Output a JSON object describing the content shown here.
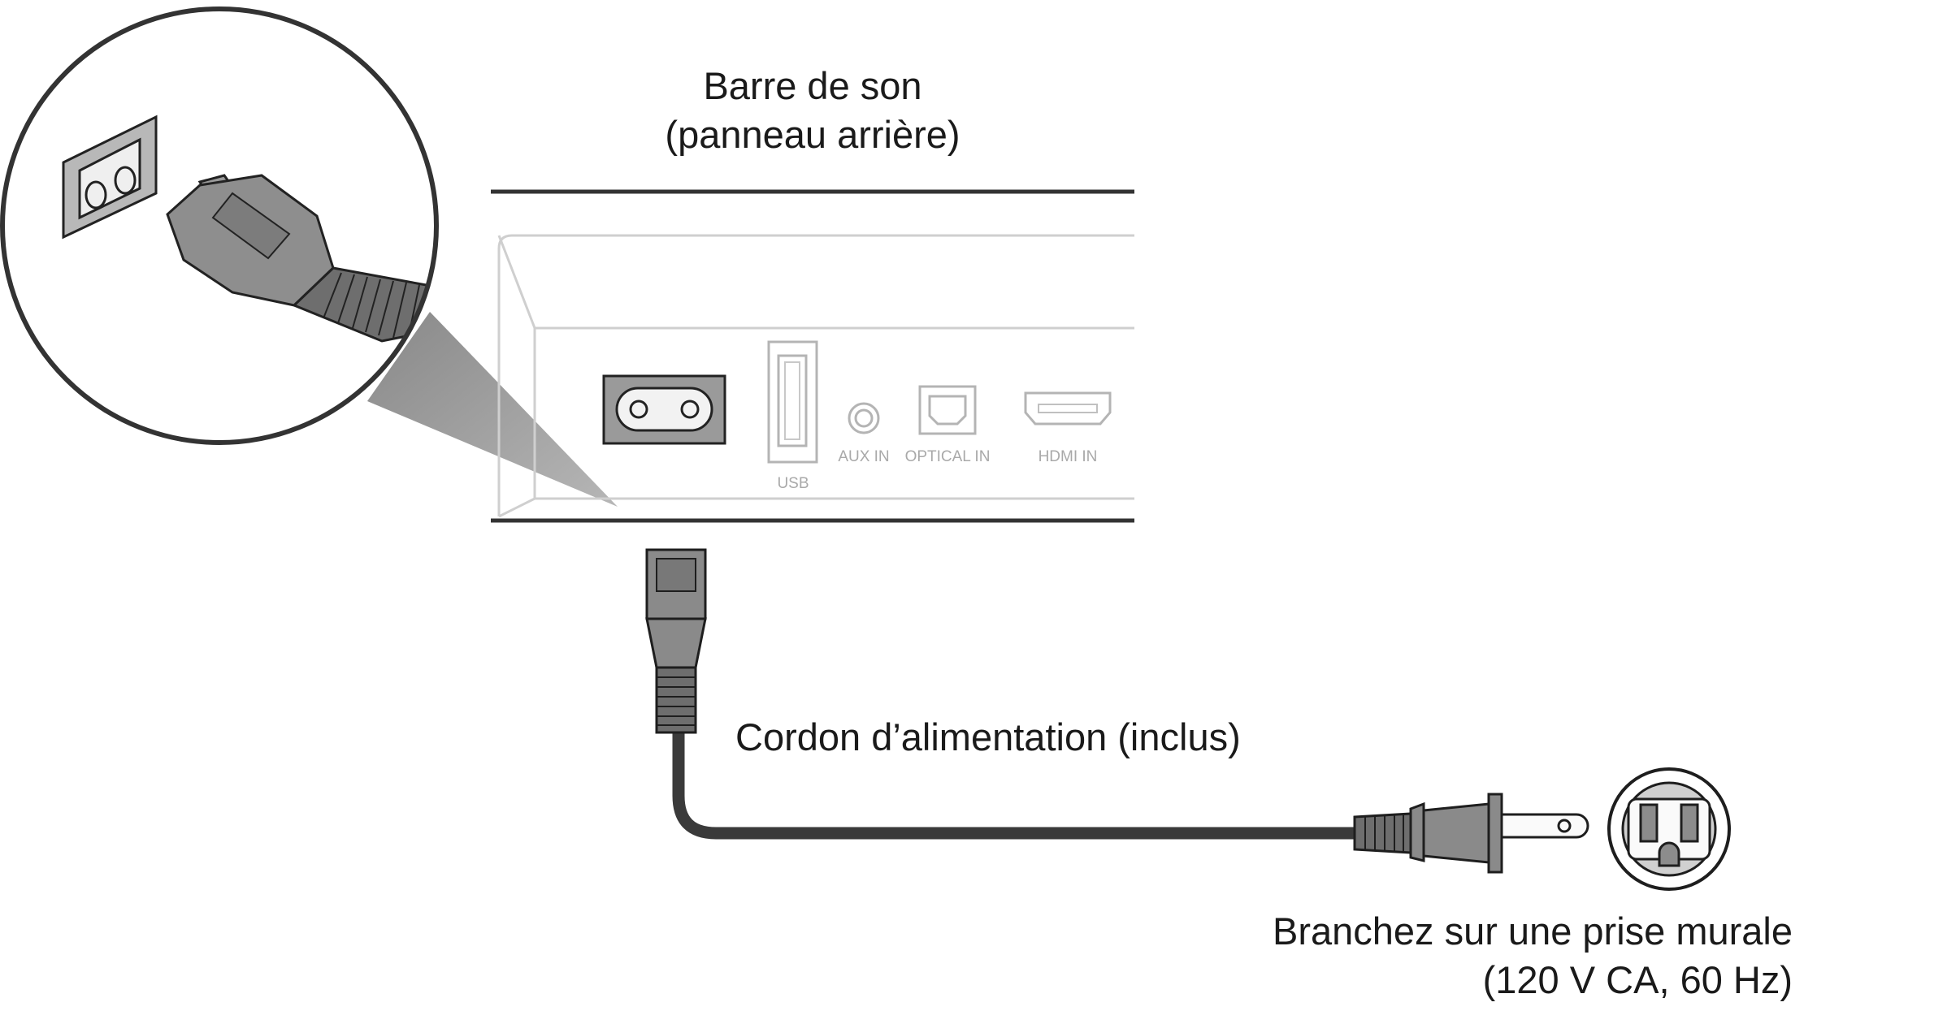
{
  "soundbar": {
    "title_line1": "Barre de son",
    "title_line2": "(panneau arrière)",
    "ports": {
      "usb": "USB",
      "aux_in": "AUX IN",
      "optical_in": "OPTICAL IN",
      "hdmi_in": "HDMI IN"
    }
  },
  "cord": {
    "label": "Cordon d’alimentation (inclus)"
  },
  "outlet": {
    "label_line1": "Branchez sur une prise murale",
    "label_line2": "(120 V CA, 60 Hz)"
  },
  "colors": {
    "line": "#333333",
    "cord": "#3a3a3a",
    "plug_fill": "#8a8a8a",
    "plug_dark": "#666666",
    "panel_line": "#c8c8c8",
    "port_line": "#b4b4b4",
    "magnifier_beam": "#8c8c8c"
  }
}
